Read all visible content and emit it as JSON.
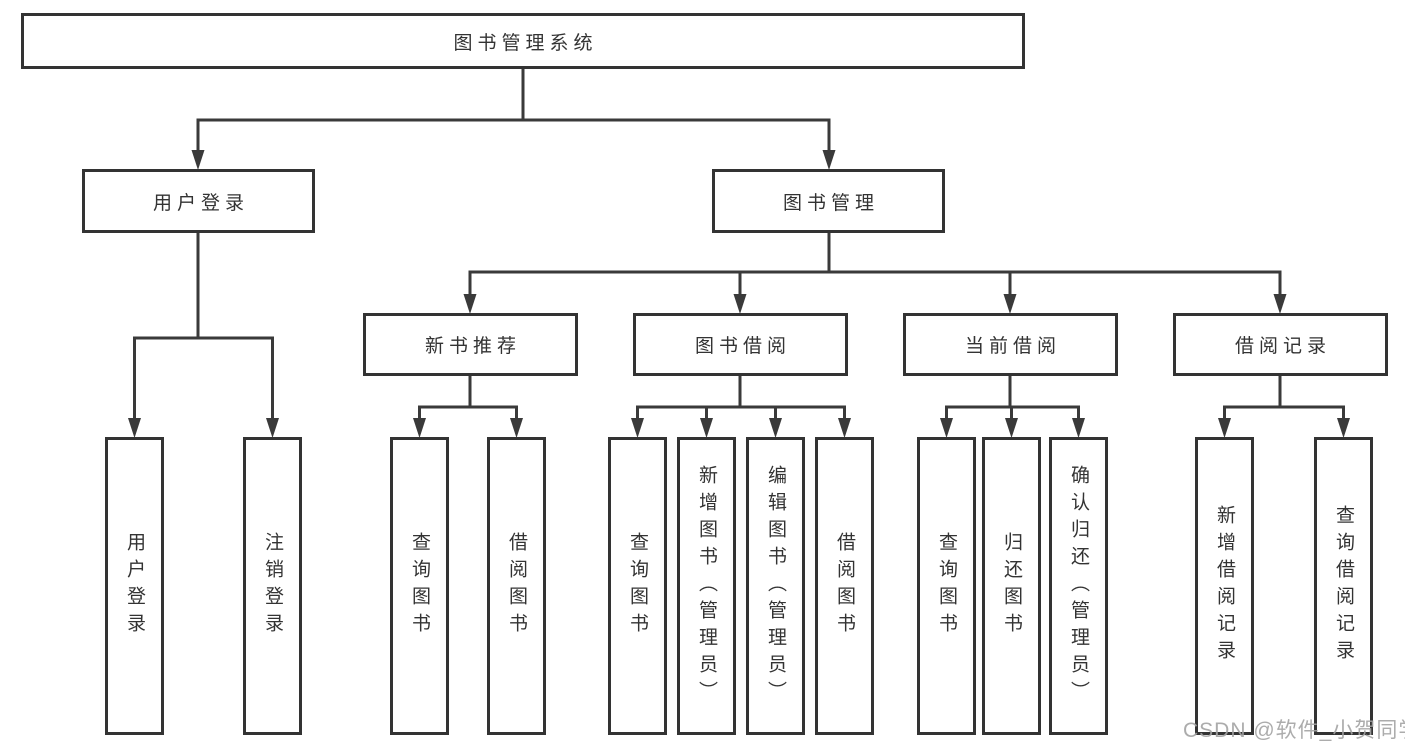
{
  "diagram": {
    "colors": {
      "background": "#ffffff",
      "line": "#3a3a3a",
      "box_border": "#333333",
      "text": "#333333",
      "watermark": "#a3a3a3"
    },
    "tree": {
      "label": "图书管理系统",
      "children": [
        {
          "label": "用户登录",
          "children": [
            {
              "label": "用户登录"
            },
            {
              "label": "注销登录"
            }
          ]
        },
        {
          "label": "图书管理",
          "children": [
            {
              "label": "新书推荐",
              "children": [
                {
                  "label": "查询图书"
                },
                {
                  "label": "借阅图书"
                }
              ]
            },
            {
              "label": "图书借阅",
              "children": [
                {
                  "label": "查询图书"
                },
                {
                  "label": "新增图书（管理员）"
                },
                {
                  "label": "编辑图书（管理员）"
                },
                {
                  "label": "借阅图书"
                }
              ]
            },
            {
              "label": "当前借阅",
              "children": [
                {
                  "label": "查询图书"
                },
                {
                  "label": "归还图书"
                },
                {
                  "label": "确认归还（管理员）"
                }
              ]
            },
            {
              "label": "借阅记录",
              "children": [
                {
                  "label": "新增借阅记录"
                },
                {
                  "label": "查询借阅记录"
                }
              ]
            }
          ]
        }
      ]
    },
    "watermark": "CSDN @软件_小贺同学"
  }
}
